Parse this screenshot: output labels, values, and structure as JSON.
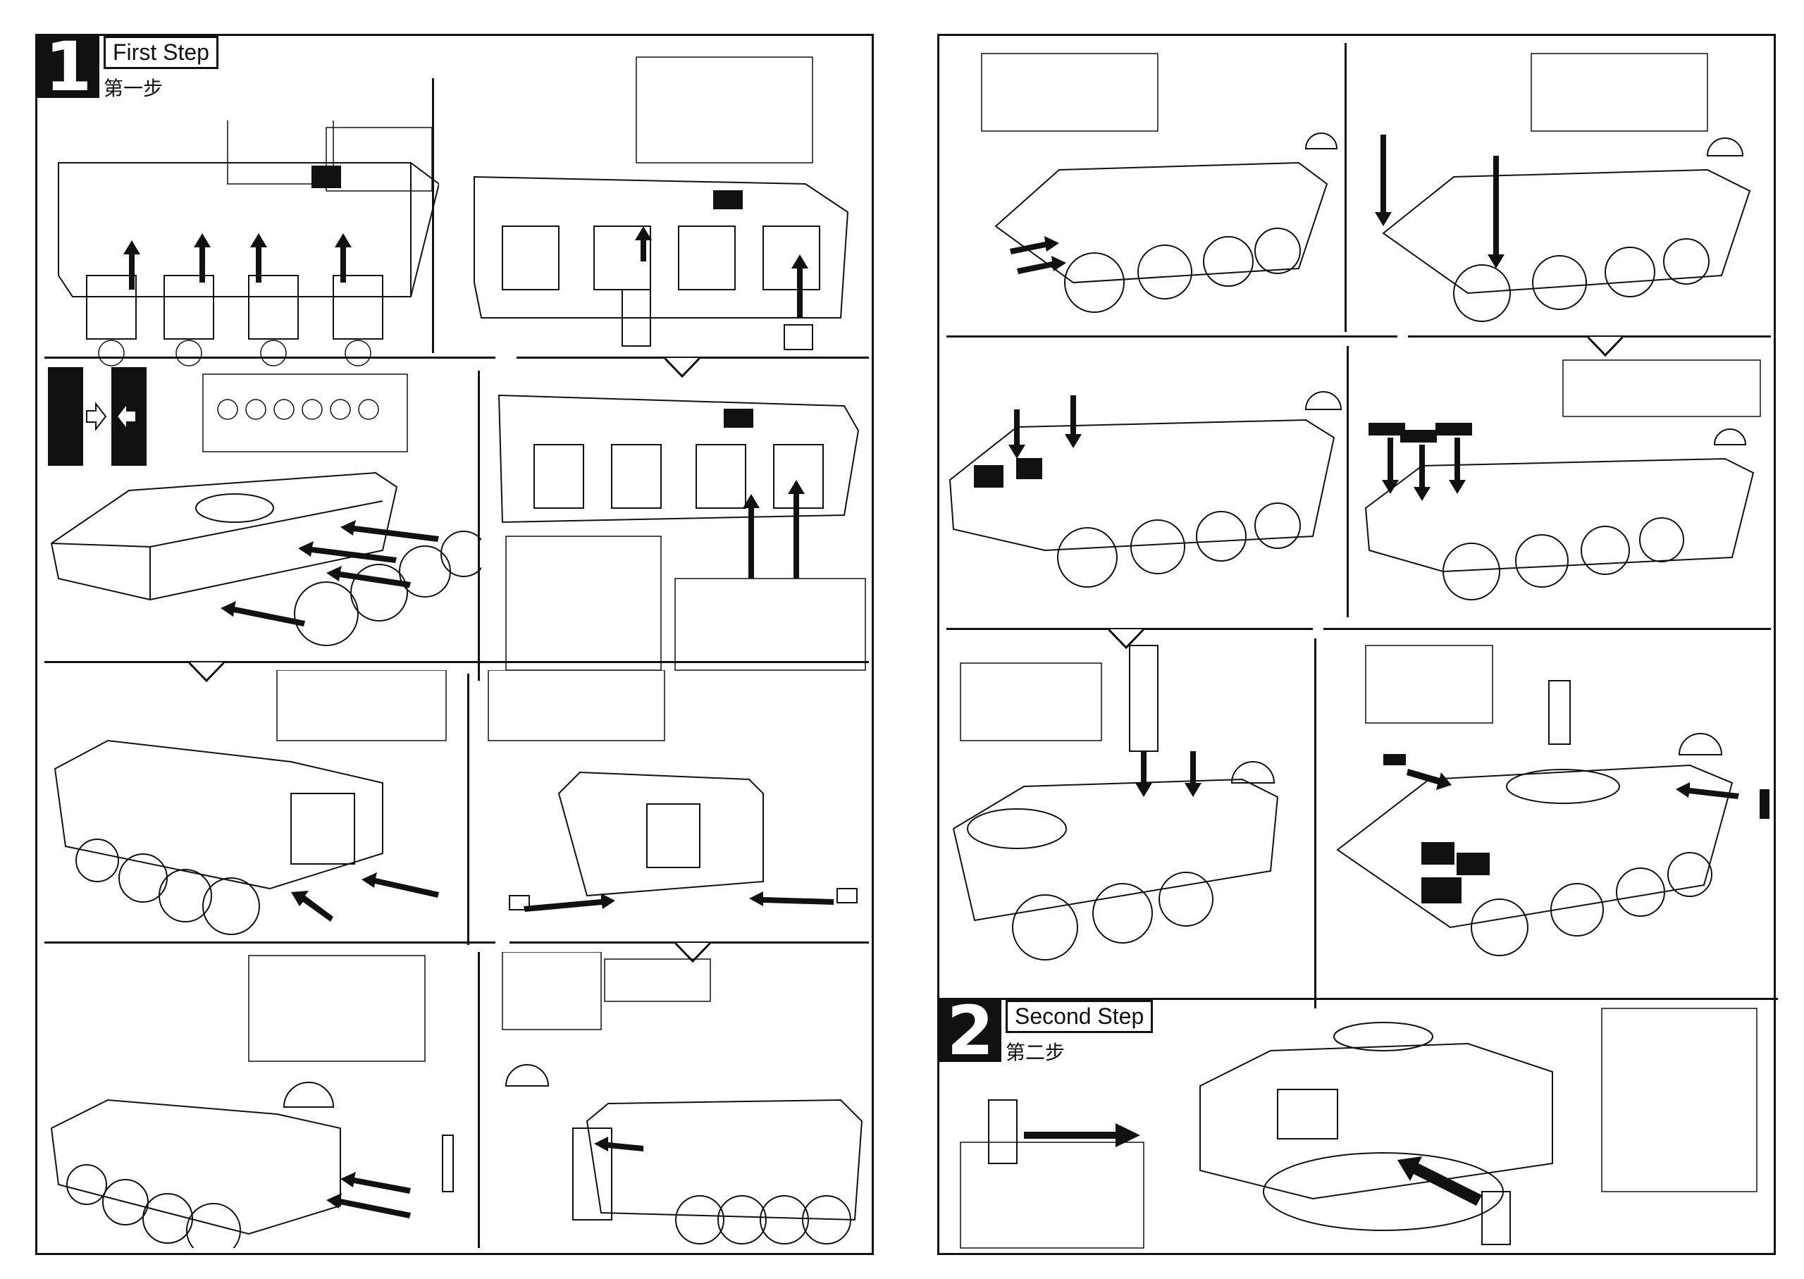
{
  "steps": [
    {
      "number": "1",
      "title_en": "First Step",
      "title_zh": "第一步"
    },
    {
      "number": "2",
      "title_en": "Second Step",
      "title_zh": "第二步"
    }
  ],
  "icons": {
    "reverse_view": "arrows-inward-icon"
  },
  "colors": {
    "ink": "#111111",
    "paper": "#ffffff"
  }
}
